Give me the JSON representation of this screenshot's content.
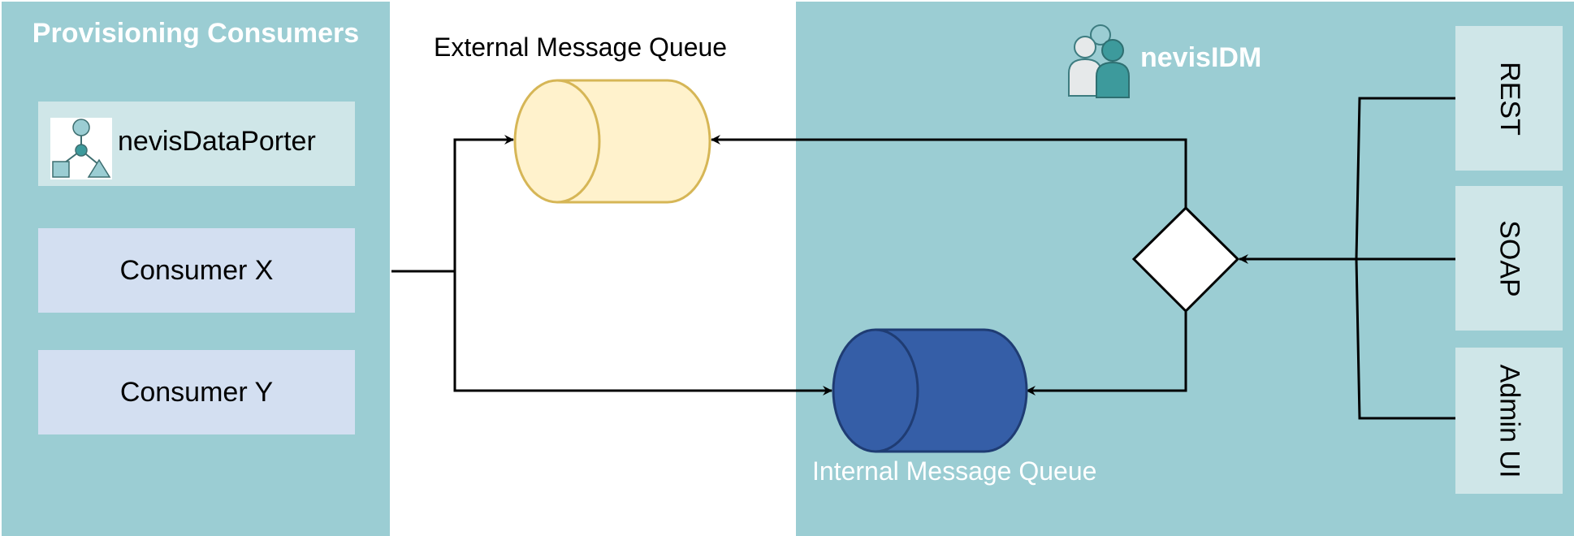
{
  "colors": {
    "panel_bg": "#9bcdd3",
    "dataporter_box": "#cfe6e8",
    "consumer_box": "#d3dff1",
    "interface_box": "#cfe6e8",
    "external_queue_fill": "#fff2cc",
    "external_queue_stroke": "#d6b656",
    "internal_queue_fill": "#355ea7",
    "internal_queue_stroke": "#1f3c73",
    "edge": "#000000",
    "icon_teal": "#3d9a9c",
    "icon_light": "#e6e9ea"
  },
  "left_panel": {
    "title": "Provisioning Consumers",
    "items": [
      {
        "label": "nevisDataPorter",
        "icon": "network-nodes-icon"
      },
      {
        "label": "Consumer X"
      },
      {
        "label": "Consumer Y"
      }
    ]
  },
  "external_queue": {
    "label": "External Message Queue",
    "icon": "cylinder-icon"
  },
  "internal_queue": {
    "label": "Internal Message Queue",
    "icon": "cylinder-icon"
  },
  "nevisidm": {
    "label": "nevisIDM",
    "icon": "users-icon",
    "router_icon": "diamond-icon",
    "interfaces": [
      "REST",
      "SOAP",
      "Admin UI"
    ]
  }
}
